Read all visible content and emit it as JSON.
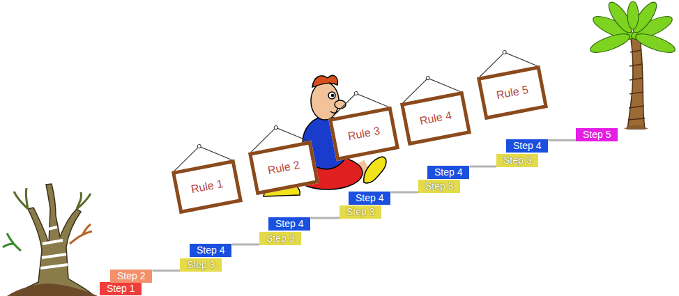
{
  "diagram": {
    "nodes": [
      {
        "text": [
          "Step 1"
        ]
      },
      {
        "text": [
          "Step 2"
        ]
      },
      {
        "text": [
          "Step 3"
        ]
      },
      {
        "text": [
          "Step 4"
        ]
      },
      {
        "text": [
          "Step 3"
        ]
      },
      {
        "text": [
          "Step 4"
        ]
      },
      {
        "text": [
          "Step 3"
        ]
      },
      {
        "text": [
          "Step 4"
        ]
      },
      {
        "text": [
          "Step 3"
        ]
      },
      {
        "text": [
          "Step 4"
        ]
      },
      {
        "text": [
          "Step 3"
        ]
      },
      {
        "text": [
          "Step 4"
        ]
      },
      {
        "text": [
          "Step 5"
        ]
      },
      {
        "text": [
          "Rule 1"
        ]
      },
      {
        "text": [
          "Rule 2"
        ]
      },
      {
        "text": [
          "Rule 3"
        ]
      },
      {
        "text": [
          "Rule 4"
        ]
      },
      {
        "text": [
          "Rule 5"
        ]
      }
    ],
    "edges": [
      {
        "from": 1,
        "to": 2,
        "arrow": "none"
      },
      {
        "from": 3,
        "to": 4,
        "arrow": "none"
      },
      {
        "from": 5,
        "to": 6,
        "arrow": "none"
      },
      {
        "from": 7,
        "to": 8,
        "arrow": "none"
      },
      {
        "from": 9,
        "to": 10,
        "arrow": "none"
      },
      {
        "from": 11,
        "to": 12,
        "arrow": "none"
      }
    ]
  }
}
